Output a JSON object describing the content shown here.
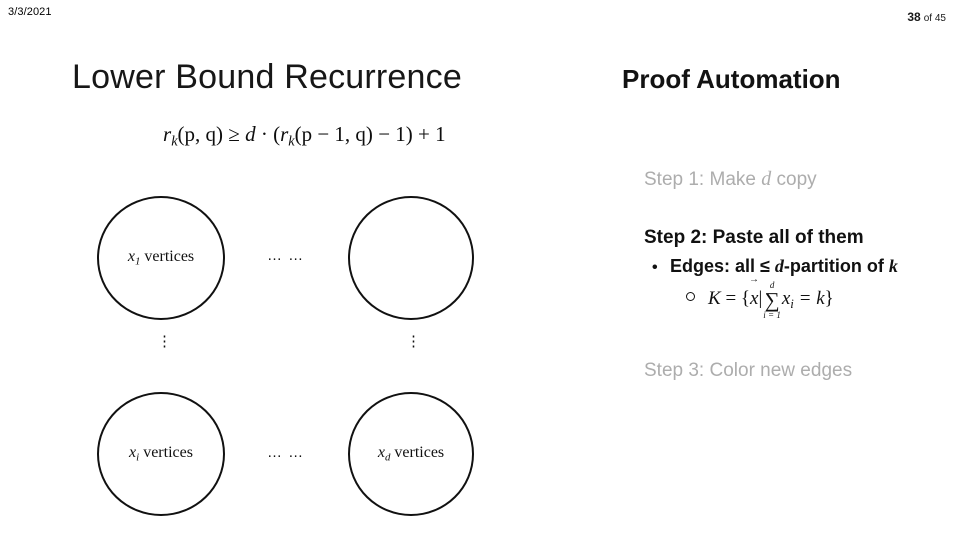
{
  "header": {
    "date": "3/3/2021",
    "page_current": "38",
    "page_of_label": "of 45"
  },
  "left": {
    "title": "Lower Bound Recurrence",
    "formula": {
      "lhs_r": "r",
      "lhs_k": "k",
      "lhs_args": "(p, q)",
      "relation": "≥",
      "d": "d",
      "dot": "·",
      "inner_open": "(",
      "inner_r": "r",
      "inner_k": "k",
      "inner_args": "(p − 1, q)",
      "minus_one": "− 1",
      "inner_close": ")",
      "plus_one": "+ 1"
    },
    "diagram": {
      "circles": [
        {
          "name": "circle-x1",
          "var": "x",
          "sub": "1",
          "text": " vertices"
        },
        {
          "name": "circle-empty",
          "var": "",
          "sub": "",
          "text": ""
        },
        {
          "name": "circle-xi",
          "var": "x",
          "sub": "i",
          "text": " vertices"
        },
        {
          "name": "circle-xd",
          "var": "x",
          "sub": "d",
          "text": " vertices"
        }
      ],
      "horizontal_dots": "… …",
      "vertical_dots": "⋮"
    }
  },
  "right": {
    "title": "Proof Automation",
    "step1": {
      "pre": "Step 1: Make ",
      "var": "d",
      "post": " copy"
    },
    "step2": {
      "heading": "Step 2: Paste all of them",
      "bullet": {
        "marker": "•",
        "pre": "Edges: all ≤ ",
        "var_d": "d",
        "mid": "-partition of ",
        "var_k": "k"
      },
      "subbullet": {
        "k": "K",
        "equals": "=",
        "open": "{",
        "vec": "x",
        "pipe": "|",
        "sum_upper": "d",
        "sum_lower": "i = 1",
        "sum_body_x": "x",
        "sum_body_sub": "i",
        "eq2": "= k",
        "close": "}"
      }
    },
    "step3": "Step 3: Color new edges"
  }
}
